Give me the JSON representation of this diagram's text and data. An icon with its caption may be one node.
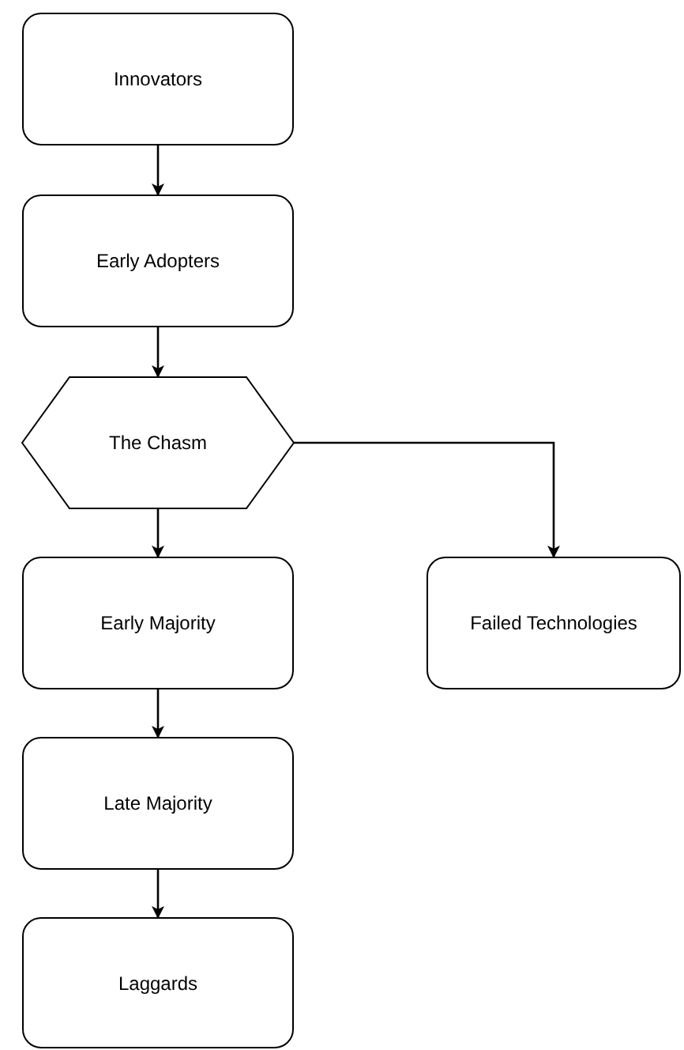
{
  "diagram": {
    "nodes": [
      {
        "text": [
          "Innovators"
        ]
      },
      {
        "text": [
          "Early Adopters"
        ]
      },
      {
        "text": [
          "The Chasm"
        ]
      },
      {
        "text": [
          "Early Majority"
        ]
      },
      {
        "text": [
          "Failed Technologies"
        ]
      },
      {
        "text": [
          "Late Majority"
        ]
      },
      {
        "text": [
          "Laggards"
        ]
      }
    ],
    "edges": [
      {
        "from": 0,
        "to": 1,
        "arrow": "to"
      },
      {
        "from": 1,
        "to": 2,
        "arrow": "to"
      },
      {
        "from": 2,
        "to": 3,
        "arrow": "to"
      },
      {
        "from": 2,
        "to": 4,
        "arrow": "to"
      },
      {
        "from": 3,
        "to": 5,
        "arrow": "to"
      },
      {
        "from": 5,
        "to": 6,
        "arrow": "to"
      }
    ]
  }
}
